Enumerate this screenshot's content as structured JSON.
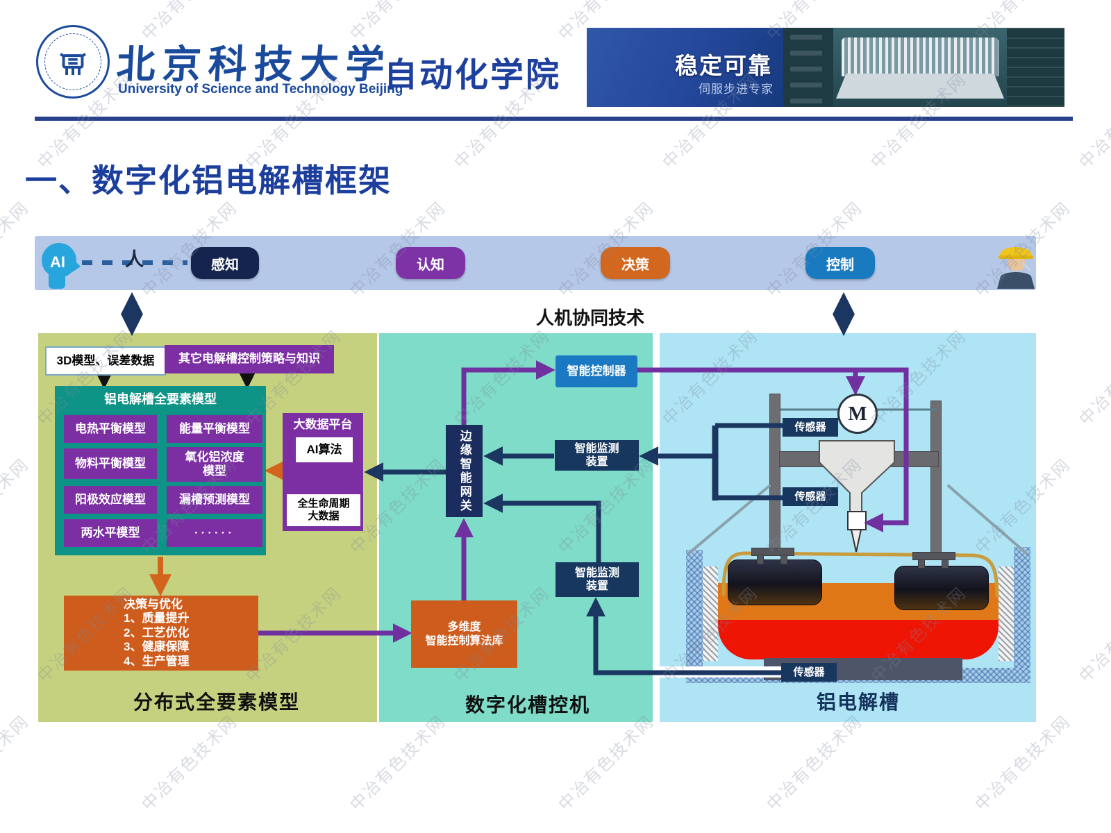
{
  "watermark": {
    "text": "中冶有色技术网"
  },
  "header": {
    "university_cn": "北京科技大学",
    "university_en": "University of Science and Technology Beijing",
    "school": "自动化学院",
    "banner": {
      "slogan_main": "稳定可靠",
      "slogan_sub": "伺服步进专家"
    }
  },
  "title": "一、数字化铝电解槽框架",
  "top_bar": {
    "ai_label": "AI",
    "human_label": "人",
    "pills": [
      {
        "label": "感知",
        "color": "#14244e"
      },
      {
        "label": "认知",
        "color": "#7d33a6"
      },
      {
        "label": "决策",
        "color": "#d2681f"
      },
      {
        "label": "控制",
        "color": "#1a7ac0"
      }
    ],
    "caption": "人机协同技术"
  },
  "left_panel": {
    "label": "分布式全要素模型",
    "input_box_white": "3D模型、误差数据",
    "input_box_purple": "其它电解槽控制策略与知识",
    "model_box": {
      "title": "铝电解槽全要素模型",
      "cells": [
        "电热平衡模型",
        "能量平衡模型",
        "物料平衡模型",
        "氧化铝浓度\n模型",
        "阳极效应模型",
        "漏槽预测模型",
        "两水平模型",
        "······"
      ]
    },
    "bigdata_box": {
      "title": "大数据平台",
      "ai_algorithm": "AI算法",
      "lifecycle": "全生命周期\n大数据"
    },
    "decision_box": "决策与优化\n1、质量提升\n2、工艺优化\n3、健康保障\n4、生产管理"
  },
  "middle_panel": {
    "label": "数字化槽控机",
    "controller": "智能控制器",
    "gateway": "边缘智能网关",
    "monitor_top": "智能监测\n装置",
    "monitor_bottom": "智能监测\n装置",
    "algorithm_lib": "多维度\n智能控制算法库"
  },
  "right_panel": {
    "label": "铝电解槽",
    "motor": "M",
    "sensor_top": "传感器",
    "sensor_mid": "传感器",
    "sensor_bottom": "传感器"
  },
  "colors": {
    "accent_blue": "#1c3f9e",
    "panel_left": "#c6d17f",
    "panel_middle": "#7edcc8",
    "panel_right": "#aee4f4",
    "purple": "#7b2fa3",
    "teal_model_box": "#0e9486",
    "orange": "#cd5c1d",
    "navy": "#17375e",
    "controller_blue": "#1b79c4",
    "bath_orange": "#e07818",
    "bath_red": "#ee1505",
    "crust_tan": "#c89b3c"
  }
}
